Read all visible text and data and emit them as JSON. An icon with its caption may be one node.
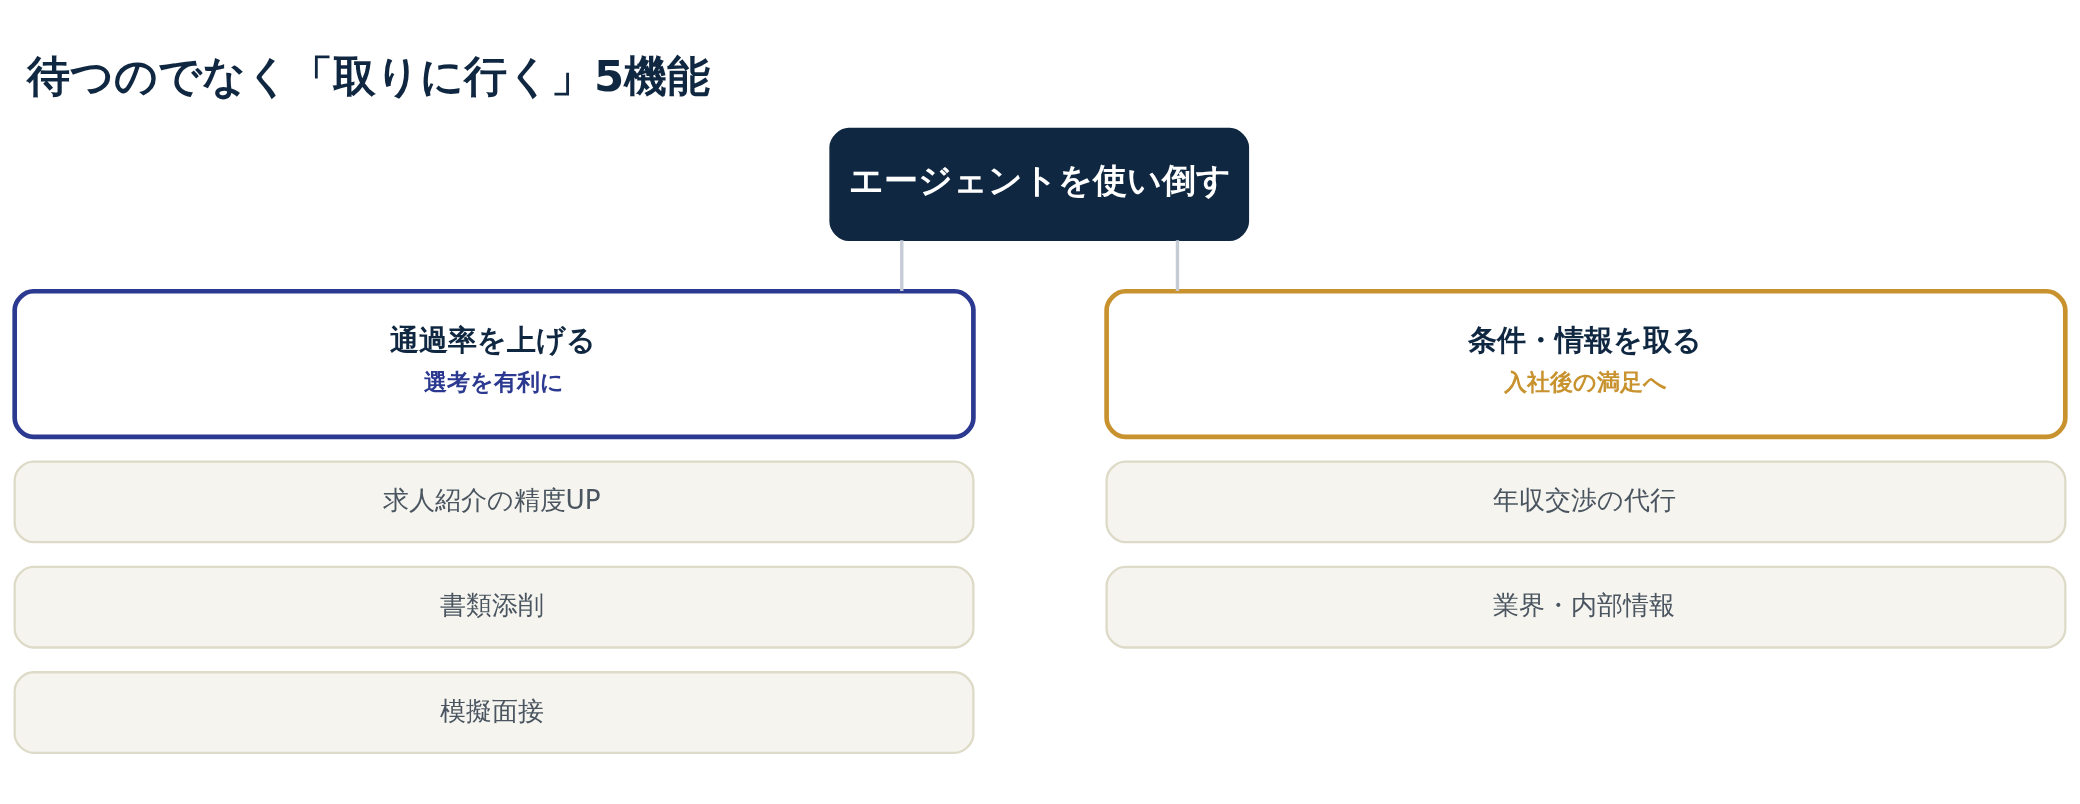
{
  "diagram": {
    "title": "待つのでなく「取りに行く」5機能",
    "nodes": [
      {
        "text": [
          "エージェントを使い倒す"
        ]
      },
      {
        "text": [
          "通過率を上げる",
          "選考を有利に"
        ]
      },
      {
        "text": [
          "求人紹介の精度UP"
        ]
      },
      {
        "text": [
          "書類添削"
        ]
      },
      {
        "text": [
          "模擬面接"
        ]
      },
      {
        "text": [
          "条件・情報を取る",
          "入社後の満足へ"
        ]
      },
      {
        "text": [
          "年収交渉の代行"
        ]
      },
      {
        "text": [
          "業界・内部情報"
        ]
      }
    ],
    "edges": [
      {
        "from": 0,
        "to": 1,
        "arrow": "none"
      },
      {
        "from": 0,
        "to": 5,
        "arrow": "none"
      }
    ]
  }
}
